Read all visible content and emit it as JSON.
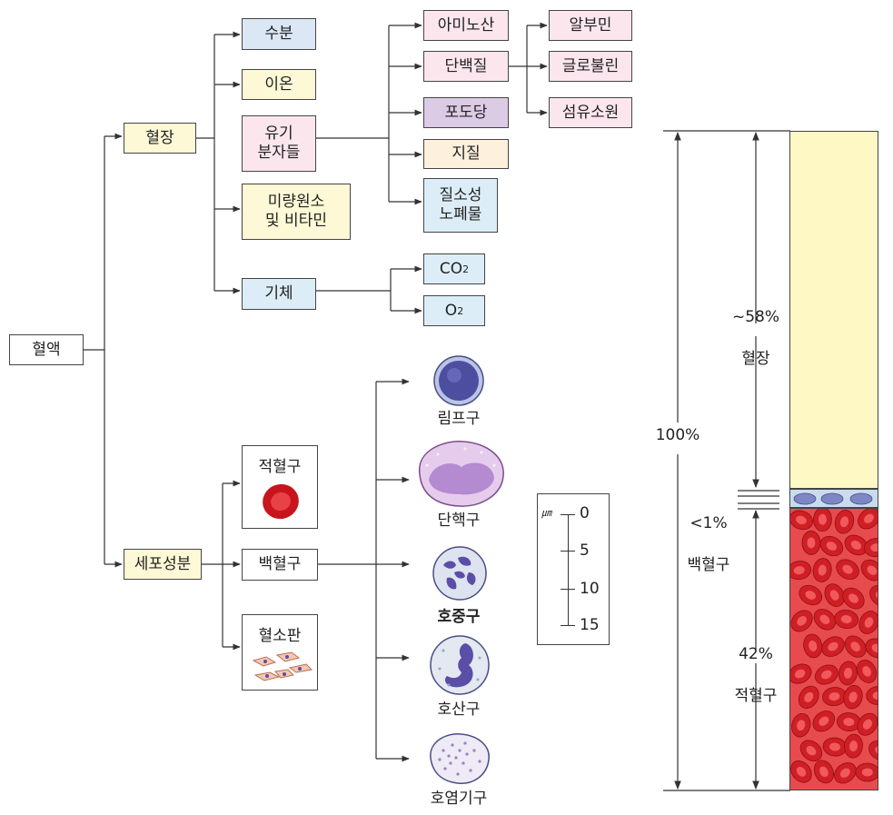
{
  "root": {
    "label": "혈액"
  },
  "plasma": {
    "label": "혈장",
    "components": {
      "water": "수분",
      "ions": "이온",
      "organic": "유기\n분자들",
      "trace": "미량원소\n및 비타민",
      "gases": "기체"
    },
    "organic_children": {
      "amino_acids": "아미노산",
      "proteins": "단백질",
      "glucose": "포도당",
      "lipids": "지질",
      "nitrogen_waste": "질소성\n노폐물"
    },
    "protein_children": {
      "albumin": "알부민",
      "globulin": "글로불린",
      "fibrinogen": "섬유소원"
    },
    "gas_children": {
      "co2": {
        "main": "CO",
        "sub": "2"
      },
      "o2": {
        "main": "O",
        "sub": "2"
      }
    }
  },
  "formed": {
    "label": "세포성분",
    "rbc": "적혈구",
    "wbc": "백혈구",
    "platelets": "혈소판",
    "wbc_types": {
      "lymphocyte": "림프구",
      "monocyte": "단핵구",
      "neutrophil": "호중구",
      "eosinophil": "호산구",
      "basophil": "호염기구"
    }
  },
  "scale": {
    "unit": "㎛",
    "ticks": [
      "0",
      "5",
      "10",
      "15"
    ]
  },
  "tube": {
    "total": "100%",
    "plasma_pct": "~58%",
    "plasma_label": "혈장",
    "wbc_pct": "<1%",
    "wbc_label": "백혈구",
    "rbc_pct": "42%",
    "rbc_label": "적혈구"
  },
  "colors": {
    "plasma_fill": "#fdf8c4",
    "rbc_red": "#d8262c",
    "wbc_band": "#c9dcee",
    "nucleus_purple": "#5a4ea6"
  }
}
